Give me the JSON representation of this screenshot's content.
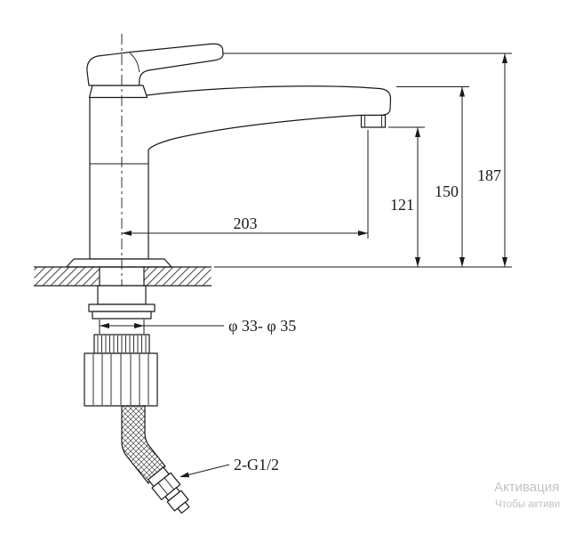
{
  "page": {
    "background": "#ffffff",
    "line_color": "#1a1a1a"
  },
  "drawing": {
    "dims": {
      "spout_reach": "203",
      "aerator_height": "121",
      "spout_height": "150",
      "overall_height": "187",
      "mounting_hole": "φ 33- φ 35",
      "hose_thread": "2-G1/2"
    }
  },
  "watermark": {
    "line1": "Активация",
    "line2": "Чтобы активи",
    "color": "#c3c3c3"
  }
}
